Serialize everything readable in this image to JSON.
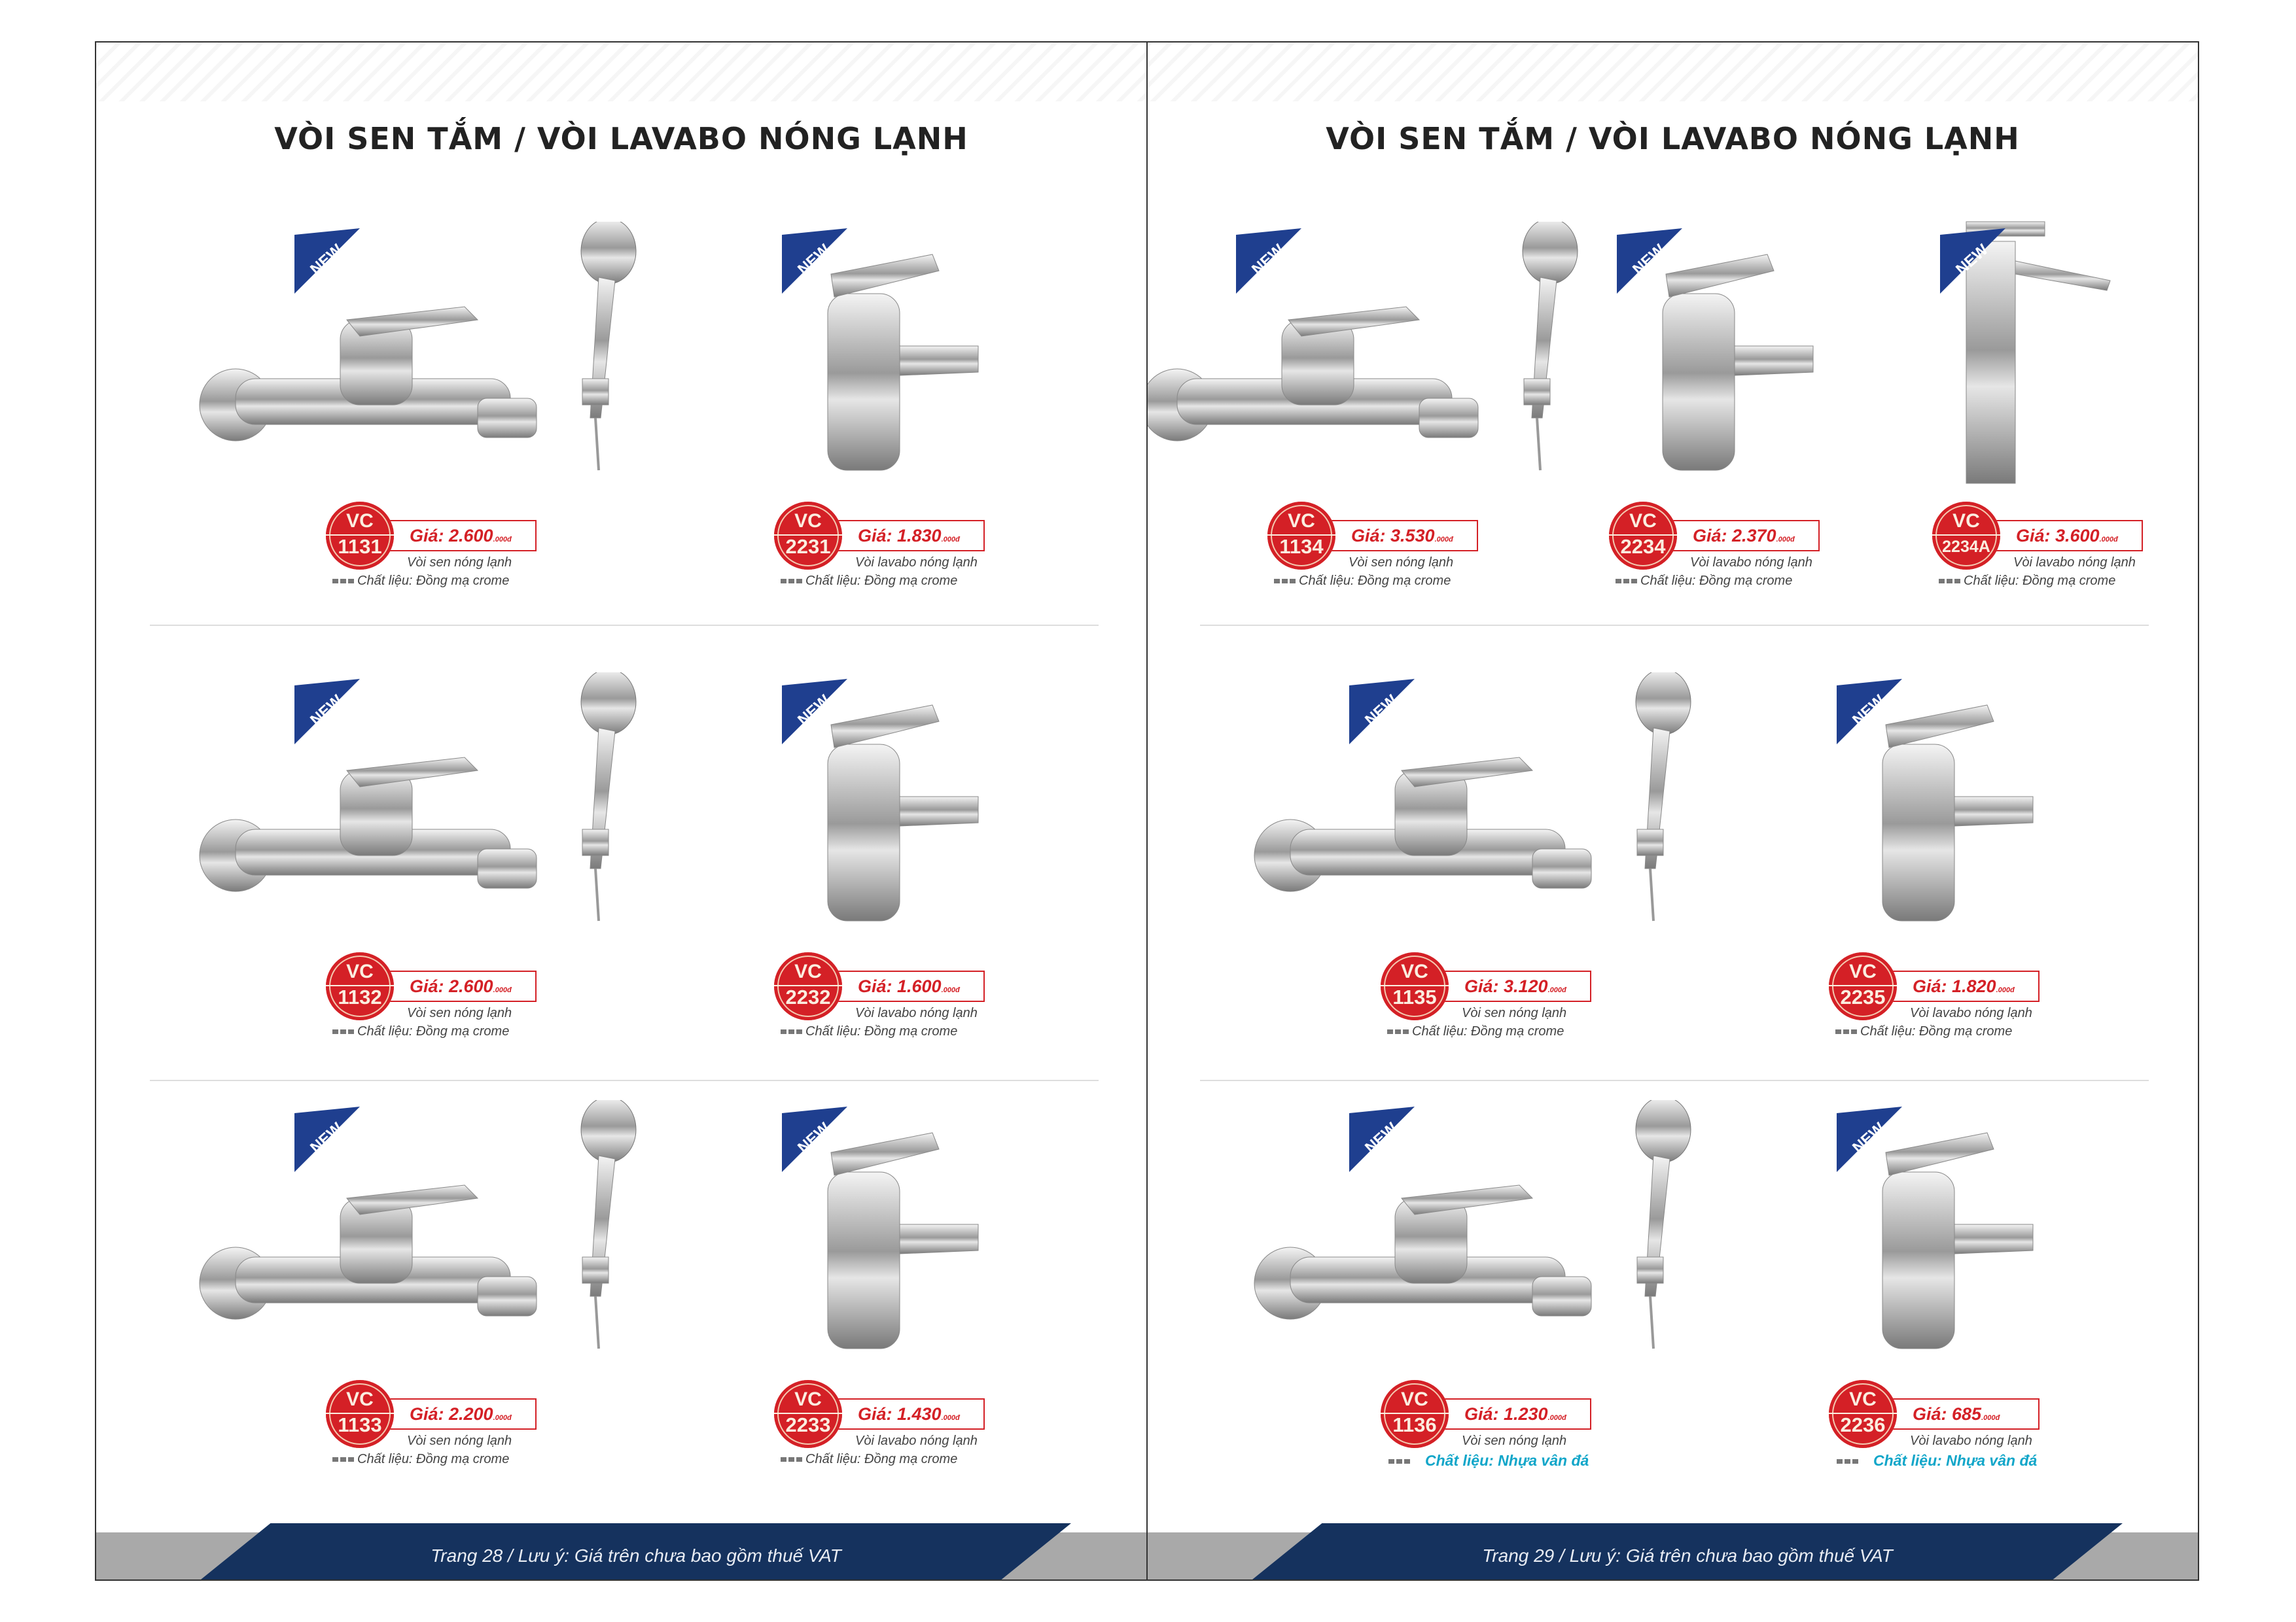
{
  "pages": [
    {
      "title": "VÒI SEN TẮM / VÒI LAVABO NÓNG LẠNH",
      "footer": "Trang 28 / Lưu ý: Giá trên chưa bao gồm thuế VAT",
      "products": [
        {
          "series": "VC",
          "code": "1131",
          "price_label": "Giá: 2.600",
          "unit": ".000đ",
          "desc": "Vòi sen nóng lạnh",
          "material": "Chất liệu: Đồng mạ crome",
          "type": "shower",
          "badge": "NEW"
        },
        {
          "series": "VC",
          "code": "2231",
          "price_label": "Giá: 1.830",
          "unit": ".000đ",
          "desc": "Vòi lavabo nóng lạnh",
          "material": "Chất liệu: Đồng mạ crome",
          "type": "basin",
          "badge": "NEW"
        },
        {
          "series": "VC",
          "code": "1132",
          "price_label": "Giá: 2.600",
          "unit": ".000đ",
          "desc": "Vòi sen nóng lạnh",
          "material": "Chất liệu: Đồng mạ crome",
          "type": "shower",
          "badge": "NEW"
        },
        {
          "series": "VC",
          "code": "2232",
          "price_label": "Giá: 1.600",
          "unit": ".000đ",
          "desc": "Vòi lavabo nóng lạnh",
          "material": "Chất liệu: Đồng mạ crome",
          "type": "basin",
          "badge": "NEW"
        },
        {
          "series": "VC",
          "code": "1133",
          "price_label": "Giá: 2.200",
          "unit": ".000đ",
          "desc": "Vòi sen nóng lạnh",
          "material": "Chất liệu: Đồng mạ crome",
          "type": "shower",
          "badge": "NEW"
        },
        {
          "series": "VC",
          "code": "2233",
          "price_label": "Giá: 1.430",
          "unit": ".000đ",
          "desc": "Vòi lavabo nóng lạnh",
          "material": "Chất liệu: Đồng mạ crome",
          "type": "basin",
          "badge": "NEW"
        }
      ]
    },
    {
      "title": "VÒI SEN TẮM / VÒI LAVABO NÓNG LẠNH",
      "footer": "Trang 29 / Lưu ý: Giá trên chưa bao gồm thuế VAT",
      "products": [
        {
          "series": "VC",
          "code": "1134",
          "price_label": "Giá: 3.530",
          "unit": ".000đ",
          "desc": "Vòi sen nóng lạnh",
          "material": "Chất liệu: Đồng mạ crome",
          "type": "shower",
          "badge": "NEW"
        },
        {
          "series": "VC",
          "code": "2234",
          "price_label": "Giá: 2.370",
          "unit": ".000đ",
          "desc": "Vòi lavabo nóng lạnh",
          "material": "Chất liệu: Đồng mạ crome",
          "type": "basin",
          "badge": "NEW"
        },
        {
          "series": "VC",
          "code": "2234A",
          "price_label": "Giá: 3.600",
          "unit": ".000đ",
          "desc": "Vòi lavabo nóng lạnh",
          "material": "Chất liệu: Đồng mạ crome",
          "type": "tall",
          "badge": "NEW"
        },
        {
          "series": "VC",
          "code": "1135",
          "price_label": "Giá: 3.120",
          "unit": ".000đ",
          "desc": "Vòi sen nóng lạnh",
          "material": "Chất liệu: Đồng mạ crome",
          "type": "shower",
          "badge": "NEW"
        },
        {
          "series": "VC",
          "code": "2235",
          "price_label": "Giá: 1.820",
          "unit": ".000đ",
          "desc": "Vòi lavabo nóng lạnh",
          "material": "Chất liệu: Đồng mạ crome",
          "type": "basin",
          "badge": "NEW"
        },
        {
          "series": "VC",
          "code": "1136",
          "price_label": "Giá: 1.230",
          "unit": ".000đ",
          "desc": "Vòi sen nóng lạnh",
          "material": "Chất liệu: Nhựa vân đá",
          "type": "shower",
          "badge": "NEW",
          "highlight_material": true
        },
        {
          "series": "VC",
          "code": "2236",
          "price_label": "Giá: 685",
          "unit": ".000đ",
          "desc": "Vòi lavabo nóng lạnh",
          "material": "Chất liệu: Nhựa vân đá",
          "type": "basin",
          "badge": "NEW",
          "highlight_material": true
        }
      ]
    }
  ],
  "colors": {
    "brand_red": "#d42026",
    "navy": "#15325e",
    "new_blue": "#1f3f8f",
    "material_teal": "#12a6c9"
  }
}
